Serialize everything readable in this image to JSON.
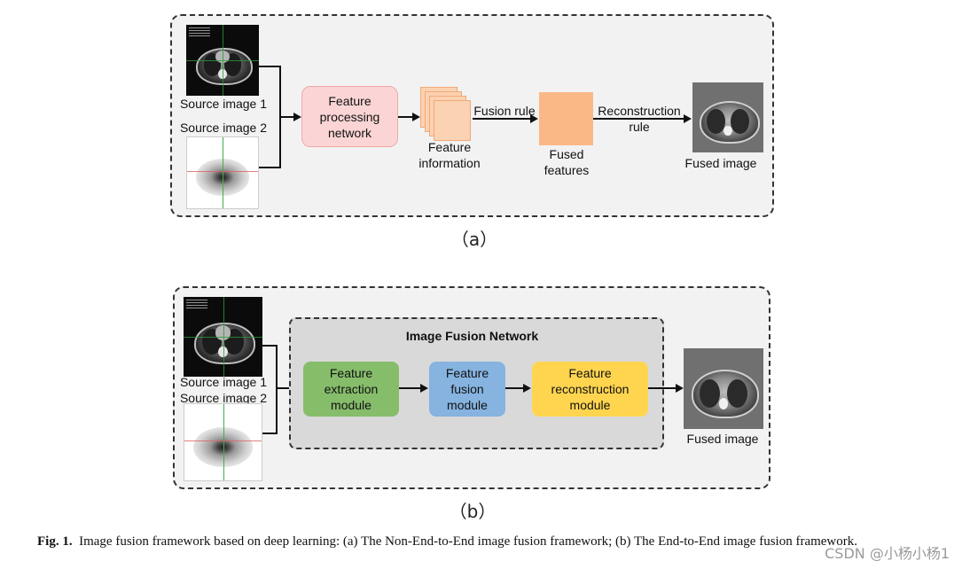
{
  "panel_a": {
    "source_image_1_label": "Source image 1",
    "source_image_2_label": "Source image 2",
    "feature_processing_network": "Feature\nprocessing\nnetwork",
    "feature_information": "Feature\ninformation",
    "fusion_rule": "Fusion rule",
    "fused_features": "Fused\nfeatures",
    "reconstruction_rule": "Reconstruction\nrule",
    "fused_image_label": "Fused image",
    "subcaption": "（a）"
  },
  "panel_b": {
    "source_image_1_label": "Source image 1",
    "source_image_2_label": "Source image 2",
    "network_title": "Image Fusion Network",
    "feature_extraction_module": "Feature\nextraction\nmodule",
    "feature_fusion_module": "Feature\nfusion\nmodule",
    "feature_reconstruction_module": "Feature\nreconstruction\nmodule",
    "fused_image_label": "Fused image",
    "subcaption": "（b）"
  },
  "caption": {
    "figure_label": "Fig. 1.",
    "text": "Image fusion framework based on deep learning: (a) The Non-End-to-End image fusion framework; (b) The End-to-End image fusion framework."
  },
  "watermark": "CSDN @小杨小杨1",
  "colors": {
    "panel_bg": "#f2f2f2",
    "feature_processing_fill": "#fbd5d5",
    "feature_processing_border": "#f2a7a7",
    "fused_features_fill": "#fbb887",
    "network_bg": "#d9d9d9",
    "extraction_fill": "#86bd6b",
    "fusion_fill": "#86b3e0",
    "reconstruction_fill": "#ffd54f"
  }
}
